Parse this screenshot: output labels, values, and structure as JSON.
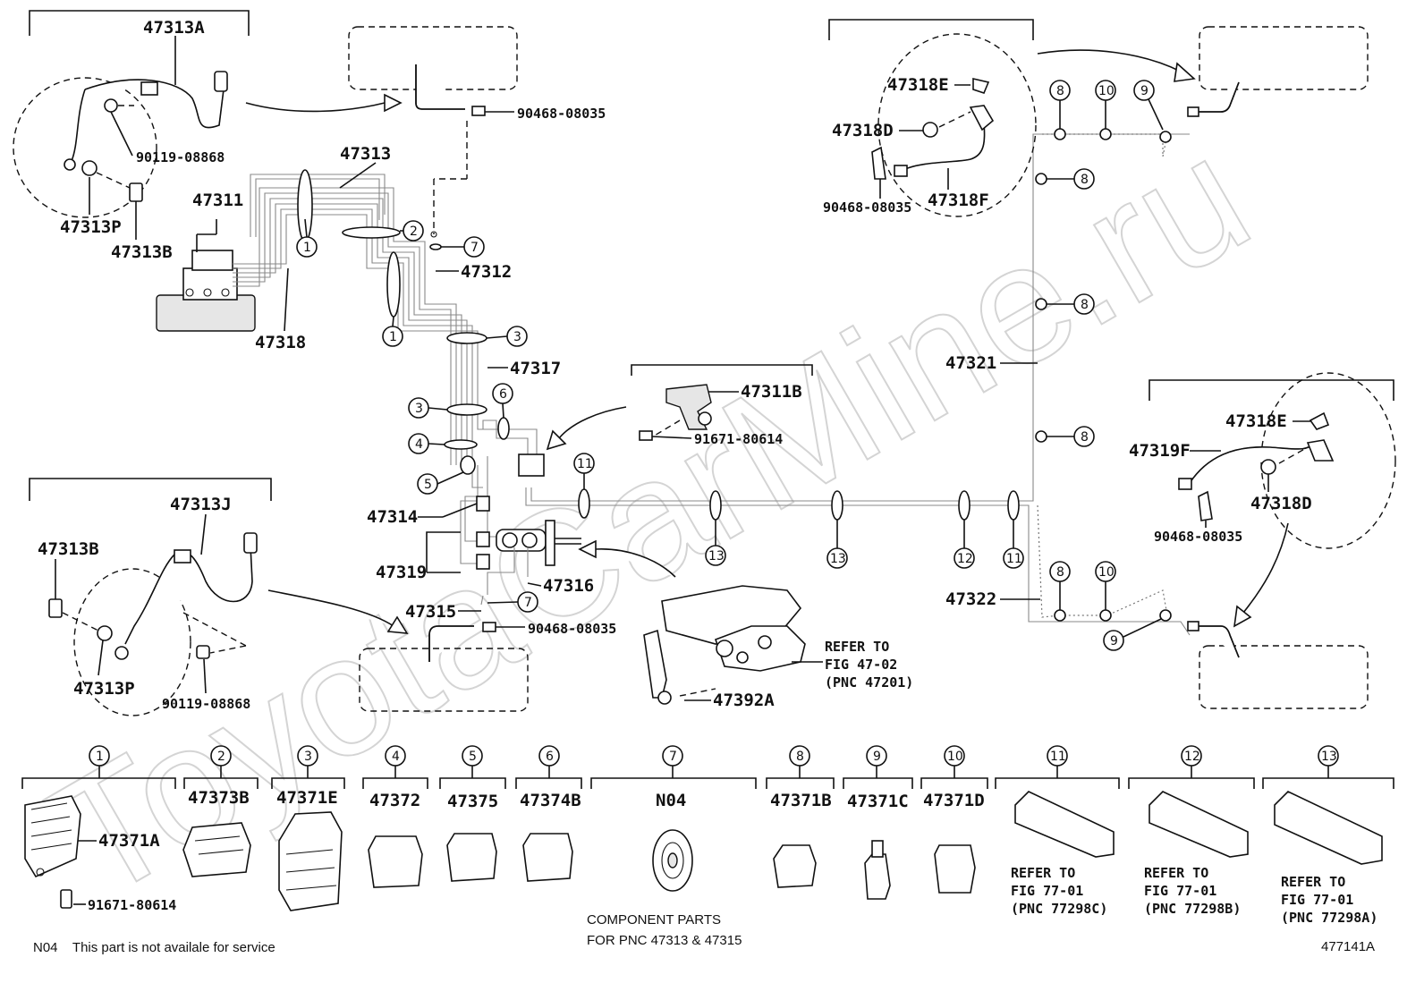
{
  "watermark": "ToyotaCarMine.ru",
  "parts": {
    "p47313A": "47313A",
    "p90119_1": "90119-08868",
    "p47313P_1": "47313P",
    "p47313B_1": "47313B",
    "p90468_1": "90468-08035",
    "p47313": "47313",
    "p47311": "47311",
    "p47312": "47312",
    "p47318": "47318",
    "p47317": "47317",
    "p47311B": "47311B",
    "p91671_1": "91671-80614",
    "p47314": "47314",
    "p47319": "47319",
    "p47316": "47316",
    "p47315": "47315",
    "p90468_2": "90468-08035",
    "p47313J": "47313J",
    "p47313B_2": "47313B",
    "p47313P_2": "47313P",
    "p90119_2": "90119-08868",
    "p47392A": "47392A",
    "p47318E_1": "47318E",
    "p47318D_1": "47318D",
    "p90468_3": "90468-08035",
    "p47318F": "47318F",
    "p47321": "47321",
    "p47322": "47322",
    "p47318E_2": "47318E",
    "p47319F": "47319F",
    "p47318D_2": "47318D",
    "p90468_4": "90468-08035"
  },
  "refer_master": [
    "REFER TO",
    "FIG 47-02",
    "(PNC 47201)"
  ],
  "legend": [
    {
      "num": "1",
      "part": "47371A"
    },
    {
      "num": "2",
      "part": "47373B"
    },
    {
      "num": "3",
      "part": "47371E"
    },
    {
      "num": "4",
      "part": "47372"
    },
    {
      "num": "5",
      "part": "47375"
    },
    {
      "num": "6",
      "part": "47374B"
    },
    {
      "num": "7",
      "part": "N04"
    },
    {
      "num": "8",
      "part": "47371B"
    },
    {
      "num": "9",
      "part": "47371C"
    },
    {
      "num": "10",
      "part": "47371D"
    },
    {
      "num": "11",
      "part": "REFER TO",
      "ref": [
        "FIG 77-01",
        "(PNC 77298C)"
      ]
    },
    {
      "num": "12",
      "part": "REFER TO",
      "ref": [
        "FIG 77-01",
        "(PNC 77298B)"
      ]
    },
    {
      "num": "13",
      "part": "REFER TO",
      "ref": [
        "FIG 77-01",
        "(PNC 77298A)"
      ]
    }
  ],
  "legend_extra": "91671-80614",
  "component_note": [
    "COMPONENT PARTS",
    "FOR PNC 47313 & 47315"
  ],
  "footer_note": "N04    This part is not availale for service",
  "figure_id": "477141A"
}
